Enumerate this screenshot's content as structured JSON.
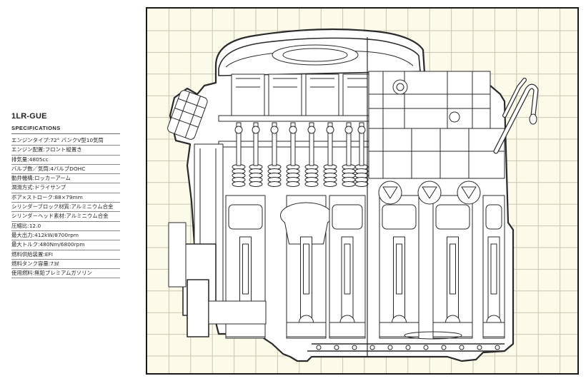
{
  "engine": {
    "model": "1LR-GUE",
    "specs_heading": "SPECIFICATIONS",
    "specs": [
      {
        "label": "エンジンタイプ",
        "value": "72° バンクV型10気筒"
      },
      {
        "label": "エンジン配置",
        "value": "フロント縦置き"
      },
      {
        "label": "排気量",
        "value": "4805cc"
      },
      {
        "label": "バルブ数／気筒",
        "value": "4バルブDOHC"
      },
      {
        "label": "動弁機構",
        "value": "ロッカーアーム"
      },
      {
        "label": "潤滑方式",
        "value": "ドライサンプ"
      },
      {
        "label": "ボア×ストローク",
        "value": "88×79mm"
      },
      {
        "label": "シリンダーブロック材質",
        "value": "アルミニウム合金"
      },
      {
        "label": "シリンダーヘッド素材",
        "value": "アルミニウム合金"
      },
      {
        "label": "圧縮比",
        "value": "12.0"
      },
      {
        "label": "最大出力",
        "value": "412kW/8700rpm"
      },
      {
        "label": "最大トルク",
        "value": "480Nm/6800rpm"
      },
      {
        "label": "燃料供給装置",
        "value": "EFI"
      },
      {
        "label": "燃料タンク容量",
        "value": "73ℓ"
      },
      {
        "label": "使用燃料",
        "value": "無鉛プレミアムガソリン"
      }
    ],
    "separator": ":"
  },
  "colors": {
    "grid_paper": "#fcfbe9",
    "grid_line": "#c9c5b0",
    "line_art": "#2a2a2a",
    "engine_fill": "#ffffff"
  },
  "illustration": {
    "icon": "engine-cutaway-icon"
  }
}
